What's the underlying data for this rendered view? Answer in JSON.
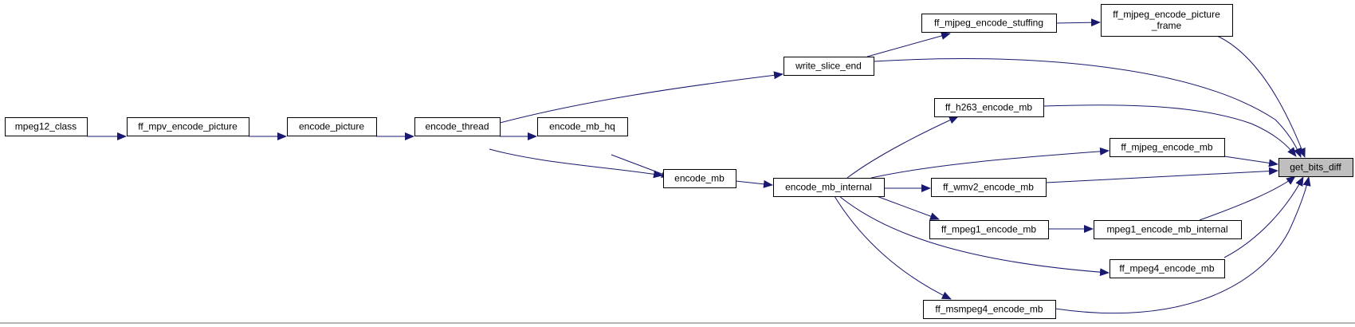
{
  "call_graph": {
    "nodes": [
      {
        "id": "mpeg12_class",
        "lines": [
          "mpeg12_class"
        ]
      },
      {
        "id": "ff_mpv_encode_picture",
        "lines": [
          "ff_mpv_encode_picture"
        ]
      },
      {
        "id": "encode_picture",
        "lines": [
          "encode_picture"
        ]
      },
      {
        "id": "encode_thread",
        "lines": [
          "encode_thread"
        ]
      },
      {
        "id": "encode_mb_hq",
        "lines": [
          "encode_mb_hq"
        ]
      },
      {
        "id": "encode_mb",
        "lines": [
          "encode_mb"
        ]
      },
      {
        "id": "encode_mb_internal",
        "lines": [
          "encode_mb_internal"
        ]
      },
      {
        "id": "write_slice_end",
        "lines": [
          "write_slice_end"
        ]
      },
      {
        "id": "ff_mjpeg_encode_stuffing",
        "lines": [
          "ff_mjpeg_encode_stuffing"
        ]
      },
      {
        "id": "ff_mjpeg_encode_picture_frame",
        "lines": [
          "ff_mjpeg_encode_picture",
          "_frame"
        ]
      },
      {
        "id": "ff_h263_encode_mb",
        "lines": [
          "ff_h263_encode_mb"
        ]
      },
      {
        "id": "ff_mjpeg_encode_mb",
        "lines": [
          "ff_mjpeg_encode_mb"
        ]
      },
      {
        "id": "ff_wmv2_encode_mb",
        "lines": [
          "ff_wmv2_encode_mb"
        ]
      },
      {
        "id": "ff_mpeg1_encode_mb",
        "lines": [
          "ff_mpeg1_encode_mb"
        ]
      },
      {
        "id": "mpeg1_encode_mb_internal",
        "lines": [
          "mpeg1_encode_mb_internal"
        ]
      },
      {
        "id": "ff_mpeg4_encode_mb",
        "lines": [
          "ff_mpeg4_encode_mb"
        ]
      },
      {
        "id": "ff_msmpeg4_encode_mb",
        "lines": [
          "ff_msmpeg4_encode_mb"
        ]
      },
      {
        "id": "get_bits_diff",
        "lines": [
          "get_bits_diff"
        ],
        "highlighted": true
      }
    ],
    "edges": [
      {
        "from": "mpeg12_class",
        "to": "ff_mpv_encode_picture"
      },
      {
        "from": "ff_mpv_encode_picture",
        "to": "encode_picture"
      },
      {
        "from": "encode_picture",
        "to": "encode_thread"
      },
      {
        "from": "encode_thread",
        "to": "encode_mb_hq"
      },
      {
        "from": "encode_thread",
        "to": "encode_mb"
      },
      {
        "from": "encode_thread",
        "to": "write_slice_end"
      },
      {
        "from": "encode_mb_hq",
        "to": "encode_mb"
      },
      {
        "from": "encode_mb",
        "to": "encode_mb_internal"
      },
      {
        "from": "write_slice_end",
        "to": "ff_mjpeg_encode_stuffing"
      },
      {
        "from": "ff_mjpeg_encode_stuffing",
        "to": "ff_mjpeg_encode_picture_frame"
      },
      {
        "from": "encode_mb_internal",
        "to": "ff_h263_encode_mb"
      },
      {
        "from": "encode_mb_internal",
        "to": "ff_mjpeg_encode_mb"
      },
      {
        "from": "encode_mb_internal",
        "to": "ff_wmv2_encode_mb"
      },
      {
        "from": "encode_mb_internal",
        "to": "ff_mpeg1_encode_mb"
      },
      {
        "from": "encode_mb_internal",
        "to": "ff_mpeg4_encode_mb"
      },
      {
        "from": "encode_mb_internal",
        "to": "ff_msmpeg4_encode_mb"
      },
      {
        "from": "ff_mpeg1_encode_mb",
        "to": "mpeg1_encode_mb_internal"
      },
      {
        "from": "ff_mjpeg_encode_picture_frame",
        "to": "get_bits_diff"
      },
      {
        "from": "write_slice_end",
        "to": "get_bits_diff"
      },
      {
        "from": "ff_h263_encode_mb",
        "to": "get_bits_diff"
      },
      {
        "from": "ff_mjpeg_encode_mb",
        "to": "get_bits_diff"
      },
      {
        "from": "ff_wmv2_encode_mb",
        "to": "get_bits_diff"
      },
      {
        "from": "mpeg1_encode_mb_internal",
        "to": "get_bits_diff"
      },
      {
        "from": "ff_mpeg4_encode_mb",
        "to": "get_bits_diff"
      },
      {
        "from": "ff_msmpeg4_encode_mb",
        "to": "get_bits_diff"
      }
    ]
  },
  "colors": {
    "edge": "#191970",
    "node_border": "#000000",
    "node_fill": "#ffffff",
    "highlight_fill": "#bfbfbf"
  }
}
